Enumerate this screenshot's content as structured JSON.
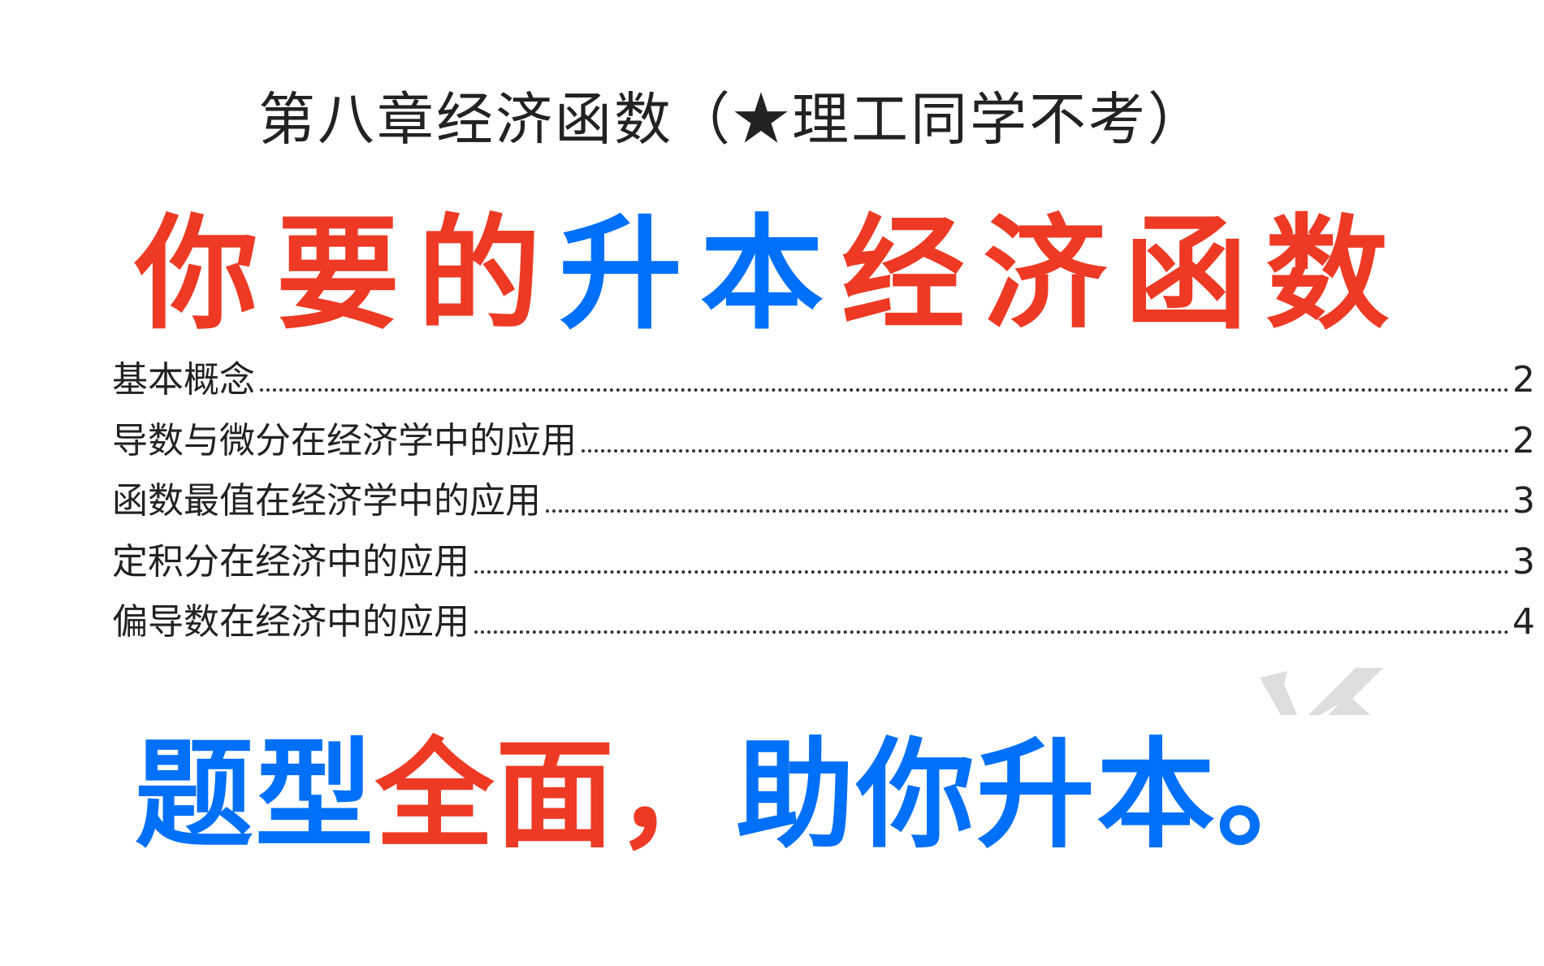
{
  "title": "第八章经济函数（★理工同学不考）",
  "headline": [
    {
      "text": "你要的",
      "color": "#ee3a24"
    },
    {
      "text": "升本",
      "color": "#0070f8"
    },
    {
      "text": "经济函数",
      "color": "#ee3a24"
    }
  ],
  "toc": [
    {
      "label": "基本概念",
      "page": "2"
    },
    {
      "label": "导数与微分在经济学中的应用",
      "page": "2"
    },
    {
      "label": "函数最值在经济学中的应用",
      "page": "3"
    },
    {
      "label": "定积分在经济中的应用",
      "page": "3"
    },
    {
      "label": "偏导数在经济中的应用",
      "page": "4"
    }
  ],
  "slogan": [
    {
      "text": "题型",
      "color": "#0070f8"
    },
    {
      "text": "全面，",
      "color": "#ee3a24"
    },
    {
      "text": "助你升本。",
      "color": "#0070f8"
    }
  ],
  "colors": {
    "red": "#ee3a24",
    "blue": "#0070f8",
    "watermark": "#dddddd"
  }
}
